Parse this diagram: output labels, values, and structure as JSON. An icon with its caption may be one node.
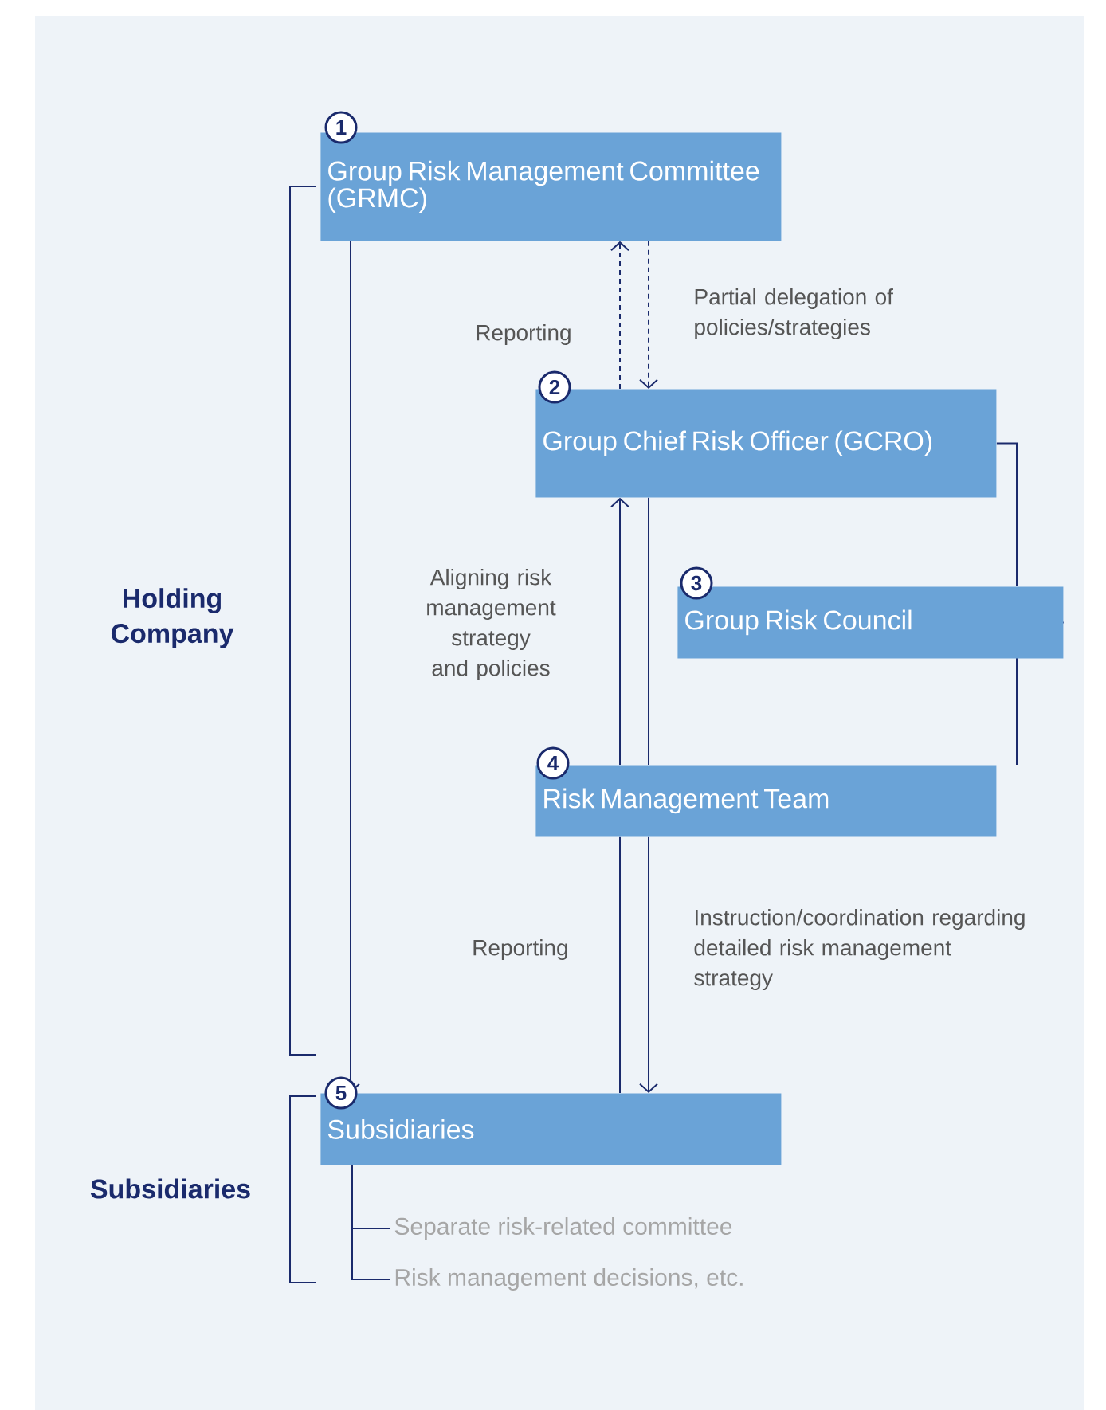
{
  "diagram": {
    "nodes": [
      {
        "text": [
          "Group Risk Management Committee (GRMC)"
        ],
        "beside": [
          "1"
        ]
      },
      {
        "text": [
          "Group Chief Risk Officer (GCRO)"
        ],
        "beside": [
          "2"
        ]
      },
      {
        "text": [
          "Group Risk Council"
        ],
        "beside": [
          "3"
        ]
      },
      {
        "text": [
          "Risk Management Team"
        ],
        "beside": [
          "4"
        ]
      },
      {
        "text": [
          "Subsidiaries"
        ],
        "beside": [
          "5"
        ]
      },
      {
        "text": [
          "Separate risk-related committee"
        ]
      },
      {
        "text": [
          "Risk management decisions, etc."
        ]
      }
    ],
    "edges": [
      {
        "from": 1,
        "to": 0,
        "arrow": "to",
        "style": "dashed",
        "label": "Reporting"
      },
      {
        "from": 0,
        "to": 1,
        "arrow": "to",
        "style": "dashed",
        "label": "Partial delegation of policies/strategies"
      },
      {
        "from": 1,
        "to": 3,
        "arrow": "none"
      },
      {
        "from": 3,
        "to": 4,
        "arrow": "to",
        "label": "Instruction/coordination regarding detailed risk management strategy"
      },
      {
        "from": 4,
        "to": 3,
        "arrow": "none",
        "label": "Reporting"
      },
      {
        "from": 3,
        "to": 1,
        "arrow": "to",
        "label": "Aligning risk management strategy and policies"
      },
      {
        "from": 0,
        "to": 4,
        "arrow": "to"
      },
      {
        "from": 1,
        "to": 2,
        "arrow": "none"
      },
      {
        "from": 2,
        "to": 3,
        "arrow": "none"
      },
      {
        "from": 4,
        "to": 5,
        "arrow": "none"
      },
      {
        "from": 4,
        "to": 6,
        "arrow": "none"
      }
    ],
    "labels": [
      "Holding Company",
      "Subsidiaries"
    ]
  }
}
